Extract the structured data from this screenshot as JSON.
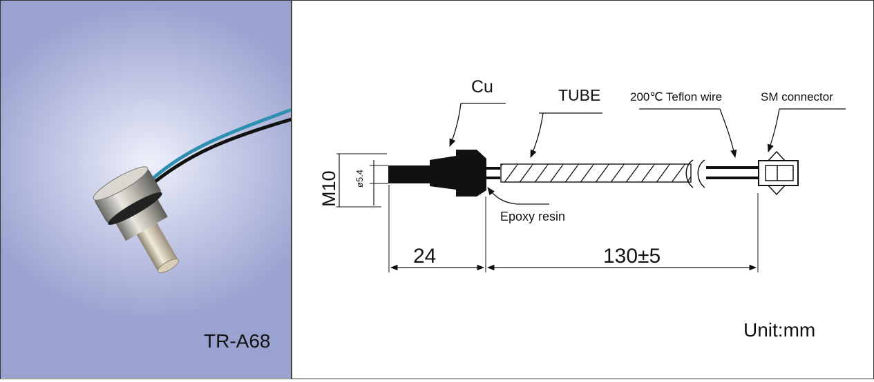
{
  "product": {
    "model": "TR-A68"
  },
  "callouts": {
    "cu": "Cu",
    "tube": "TUBE",
    "wire": "200℃ Teflon wire",
    "connector": "SM connector",
    "epoxy": "Epoxy resin"
  },
  "dimensions": {
    "thread": "M10",
    "diameter": "ø5.4",
    "probe_length": "24",
    "cable_length": "130±5"
  },
  "unit_note": "Unit:mm",
  "colors": {
    "background_gradient_outer": "#9aa3d0",
    "cable_blue": "#2e8fb0",
    "cable_black": "#111111"
  }
}
